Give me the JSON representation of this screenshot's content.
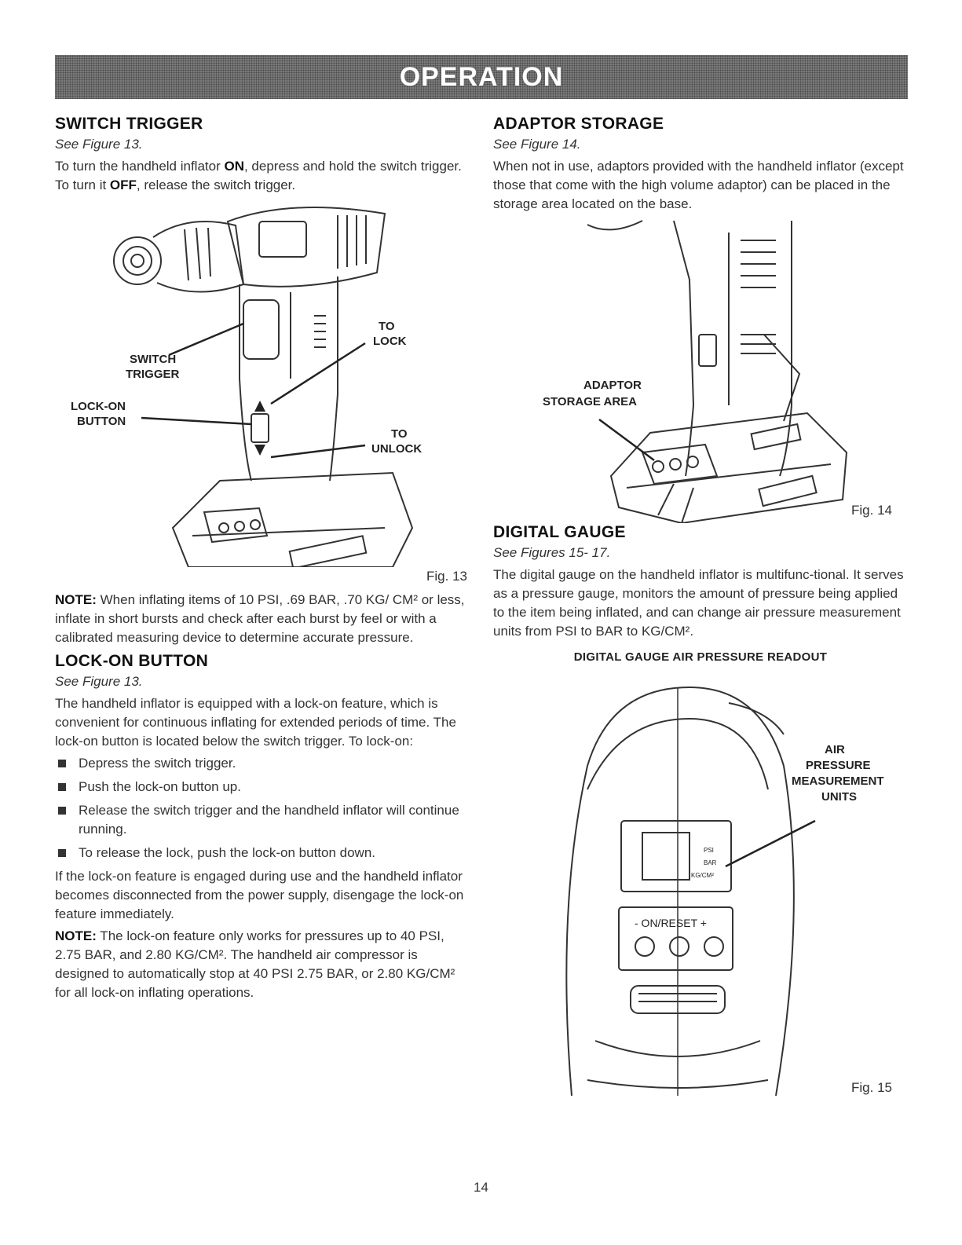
{
  "banner": {
    "title": "OPERATION"
  },
  "switch_trigger": {
    "heading": "SWITCH TRIGGER",
    "ref": "See Figure 13.",
    "p1_a": "To turn the handheld inflator ",
    "p1_on": "ON",
    "p1_b": ", depress and hold the switch trigger. To turn it ",
    "p1_off": "OFF",
    "p1_c": ", release the switch trigger."
  },
  "fig13": {
    "label_switch_1": "SWITCH",
    "label_switch_2": "TRIGGER",
    "label_lockon_1": "LOCK-ON",
    "label_lockon_2": "BUTTON",
    "label_lock_1": "TO",
    "label_lock_2": "LOCK",
    "label_unlock_1": "TO",
    "label_unlock_2": "UNLOCK",
    "fig_label": "Fig. 13"
  },
  "note1": {
    "label": "NOTE:",
    "text": " When inflating items of 10 PSI, .69 BAR, .70 KG/ CM² or less, inflate in short bursts and check after each burst by feel or with a calibrated measuring device to determine accurate pressure."
  },
  "lockon": {
    "heading": "LOCK-ON BUTTON",
    "ref": "See Figure 13.",
    "p1": "The handheld inflator is equipped with a lock-on feature, which is convenient for continuous inflating for extended periods of time. The lock-on button is located below the switch trigger. To lock-on:",
    "bullets": [
      "Depress the switch trigger.",
      "Push the lock-on button up.",
      "Release the switch trigger and the handheld inflator will continue running.",
      "To release the lock, push the lock-on button down."
    ],
    "p2": "If the lock-on feature is engaged during use and the handheld inflator becomes disconnected from the power supply, disengage the lock-on feature immediately."
  },
  "note2": {
    "label": "NOTE:",
    "text": " The lock-on feature only works for pressures up to 40 PSI, 2.75 BAR, and 2.80 KG/CM². The handheld air compressor is designed to automatically stop at 40 PSI 2.75 BAR, or 2.80 KG/CM² for all lock-on inflating operations."
  },
  "adaptor_storage": {
    "heading": "ADAPTOR STORAGE",
    "ref": "See Figure 14.",
    "p1": "When not in use, adaptors provided with the handheld inflator (except those that come with the high volume adaptor) can be placed in the storage area located on the base."
  },
  "fig14": {
    "label_1": "ADAPTOR",
    "label_2": "STORAGE AREA",
    "fig_label": "Fig. 14"
  },
  "digital_gauge": {
    "heading": "DIGITAL GAUGE",
    "ref": "See Figures 15- 17.",
    "p1": "The digital gauge on the handheld inflator is multifunc-tional. It serves as a pressure gauge, monitors the amount of pressure being applied to the item being inflated, and can change air pressure measurement units from PSI to BAR to KG/CM².",
    "caption": "DIGITAL GAUGE AIR PRESSURE READOUT"
  },
  "fig15": {
    "label_1": "AIR",
    "label_2": "PRESSURE",
    "label_3": "MEASUREMENT",
    "label_4": "UNITS",
    "unit_psi": "PSI",
    "unit_bar": "BAR",
    "unit_kg": "KG/CM²",
    "button_label": "- ON/RESET +",
    "fig_label": "Fig. 15"
  },
  "page": {
    "number": "14"
  }
}
